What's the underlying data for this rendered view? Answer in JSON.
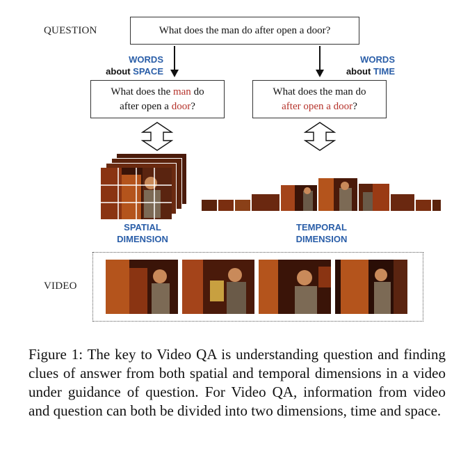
{
  "question_label": "QUESTION",
  "video_label": "VIDEO",
  "top_question": "What does the man do after open a door?",
  "words_space": {
    "line1": "WORDS",
    "line2_pre": "about ",
    "line2_key": "SPACE"
  },
  "words_time": {
    "line1": "WORDS",
    "line2_pre": "about ",
    "line2_key": "TIME"
  },
  "space_question": {
    "pre": "What does the ",
    "hl1": "man",
    "mid": " do",
    "line2_pre": "after open a ",
    "hl2": "door",
    "post": "?"
  },
  "time_question": {
    "line1": "What does the man do",
    "hl": "after open a door",
    "post": "?"
  },
  "spatial_dimension": {
    "line1": "SPATIAL",
    "line2": "DIMENSION"
  },
  "temporal_dimension": {
    "line1": "TEMPORAL",
    "line2": "DIMENSION"
  },
  "caption": "Figure 1: The key to Video QA is understanding question and finding clues of answer from both spatial and temporal dimensions in a video under guidance of question. For Video QA, information from video and question can both be divided into two dimensions, time and space.",
  "colors": {
    "keyword_blue": "#2a5ea8",
    "highlight_red": "#b5322a",
    "frame_dark": "#3a1408",
    "frame_warm": "#b4541c"
  }
}
